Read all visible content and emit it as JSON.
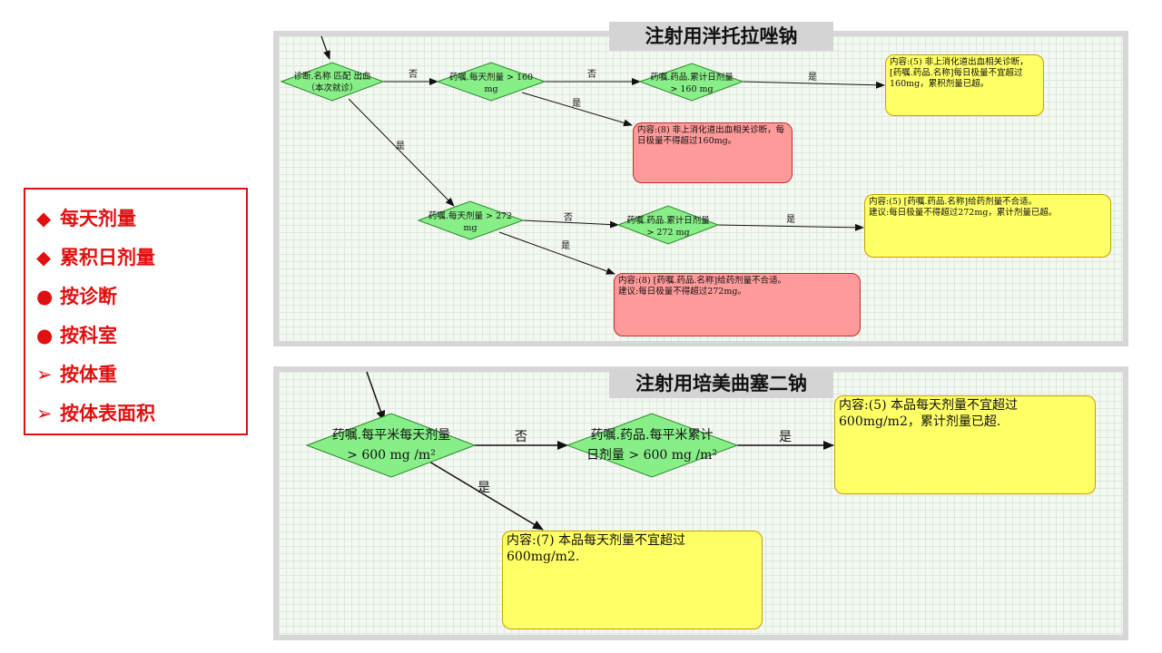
{
  "legend": {
    "items": [
      {
        "bullet": "◆",
        "label": "每天剂量"
      },
      {
        "bullet": "◆",
        "label": "累积日剂量"
      },
      {
        "bullet": "●",
        "label": "按诊断"
      },
      {
        "bullet": "●",
        "label": "按科室"
      },
      {
        "bullet": "➢",
        "label": "按体重"
      },
      {
        "bullet": "➢",
        "label": "按体表面积"
      }
    ]
  },
  "panel1": {
    "title": "注射用泮托拉唑钠",
    "nodes": {
      "d1": [
        "诊断.名称 匹配 出血",
        "（本次就诊）"
      ],
      "d2": [
        "药嘱.每天剂量 > 160",
        "mg"
      ],
      "d3": [
        "药嘱.药品.累计日剂量",
        "> 160 mg"
      ],
      "d4": [
        "药嘱.每天剂量 > 272",
        "mg"
      ],
      "d5": [
        "药嘱.药品.累计日剂量",
        "> 272 mg"
      ]
    },
    "edges": {
      "e1": "否",
      "e2": "否",
      "e3": "是",
      "e4": "是",
      "e5": "否",
      "e6": "是",
      "e7": "是"
    },
    "boxes": {
      "y1": "内容:(5) 非上消化道出血相关诊断，[药嘱.药品.名称]每日极量不宜超过160mg，累积剂量已超。",
      "r1": "内容:(8) 非上消化道出血相关诊断，每日极量不得超过160mg。",
      "y2": "内容:(5) [药嘱.药品.名称]给药剂量不合适。\n建议:每日极量不得超过272mg，累计剂量已超。",
      "r2": "内容:(8) [药嘱.药品.名称]给药剂量不合适。\n建议:每日极量不得超过272mg。"
    }
  },
  "panel2": {
    "title": "注射用培美曲塞二钠",
    "nodes": {
      "d1": [
        "药嘱.每平米每天剂量",
        "> 600 mg /m²"
      ],
      "d2": [
        "药嘱.药品.每平米累计",
        "日剂量 > 600 mg /m²"
      ]
    },
    "edges": {
      "e1": "否",
      "e2": "是",
      "e3": "是"
    },
    "boxes": {
      "y1": "内容:(5) 本品每天剂量不宜超过600mg/m2，累计剂量已超.",
      "y2": "内容:(7) 本品每天剂量不宜超过600mg/m2."
    }
  }
}
